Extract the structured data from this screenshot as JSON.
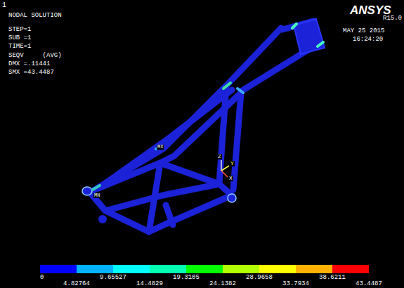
{
  "diagram": {
    "labels": [
      "1",
      "NODAL SOLUTION",
      "STEP=1",
      "SUB =1",
      "TIME=1",
      "SEQV     (AVG)",
      "DMX =.11441",
      "SMX =43.4487",
      "ANSYS",
      "R15.0",
      "MAY 25 2015",
      "16:24:20",
      "MX",
      "MN",
      "Z",
      "Y",
      "X",
      "0",
      "4.82764",
      "9.65527",
      "14.4829",
      "19.3105",
      "24.1382",
      "28.9658",
      "33.7934",
      "38.6211",
      "43.4487"
    ]
  }
}
